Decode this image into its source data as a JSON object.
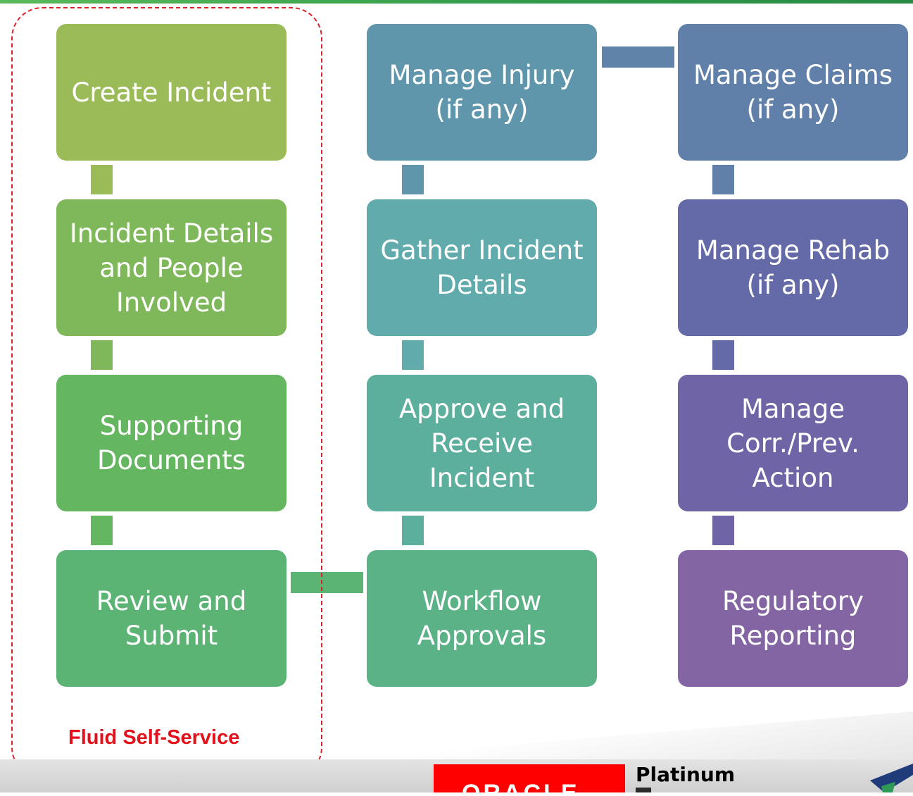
{
  "colors": {
    "box_green_1": "#9bbb59",
    "box_green_2": "#7fb85a",
    "box_green_3": "#65b660",
    "box_green_4": "#5cb474",
    "box_teal_1": "#6096ab",
    "box_teal_2": "#61abad",
    "box_teal_3": "#5caf9c",
    "box_teal_4": "#5cb287",
    "box_purple_1": "#6080a9",
    "box_purple_2": "#636aa7",
    "box_purple_3": "#6e64a6",
    "box_purple_4": "#8465a4",
    "dashed_border": "#d9242b",
    "fluid_label": "#e3111b",
    "oracle_red": "#ff0000"
  },
  "columns": {
    "self_service": {
      "steps": [
        {
          "label": "Create Incident"
        },
        {
          "label": "Incident Details\nand People\nInvolved"
        },
        {
          "label": "Supporting\nDocuments"
        },
        {
          "label": "Review and\nSubmit"
        }
      ],
      "group_label": "Fluid Self-Service"
    },
    "workflow": {
      "steps": [
        {
          "label": "Manage Injury\n(if any)"
        },
        {
          "label": "Gather Incident\nDetails"
        },
        {
          "label": "Approve  and\nReceive\nIncident"
        },
        {
          "label": "Workflow\nApprovals"
        }
      ]
    },
    "management": {
      "steps": [
        {
          "label": "Manage Claims\n(if any)"
        },
        {
          "label": "Manage Rehab\n(if any)"
        },
        {
          "label": "Manage\nCorr./Prev.\nAction"
        },
        {
          "label": "Regulatory\nReporting"
        }
      ]
    }
  },
  "footer": {
    "partner_text": "Platinum",
    "oracle_logo": "ORACLE",
    "partner_icon": "partner-logo-icon"
  }
}
